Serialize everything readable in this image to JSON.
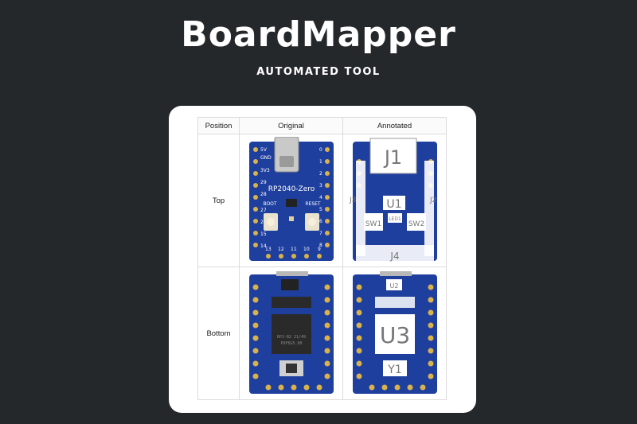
{
  "header": {
    "title": "BoardMapper",
    "subtitle": "AUTOMATED TOOL"
  },
  "table": {
    "columns": [
      "Position",
      "Original",
      "Annotated"
    ],
    "rows": [
      {
        "position": "Top"
      },
      {
        "position": "Bottom"
      }
    ]
  },
  "board_top": {
    "left_pins": [
      "5V",
      "GND",
      "3V3",
      "29",
      "28",
      "27",
      "26",
      "15",
      "14"
    ],
    "right_pins": [
      "0",
      "1",
      "2",
      "3",
      "4",
      "5",
      "6",
      "7",
      "8"
    ],
    "bottom_pins": [
      "13",
      "12",
      "11",
      "10",
      "9"
    ],
    "name": "RP2040-Zero",
    "boot": "BOOT",
    "reset": "RESET"
  },
  "annot_top": {
    "labels": [
      "J1",
      "U1",
      "J3",
      "J2",
      "SW1",
      "LED1",
      "SW2",
      "J4"
    ]
  },
  "board_bottom": {
    "chip_text": [
      "RP2-B2  21/49",
      "P9F6G5.00"
    ]
  },
  "annot_bottom": {
    "labels": [
      "U2",
      "U3",
      "Y1"
    ]
  },
  "colors": {
    "background": "#25282a",
    "card": "#ffffff",
    "pcb": "#1f3f9e",
    "pad": "#d9b24a"
  }
}
